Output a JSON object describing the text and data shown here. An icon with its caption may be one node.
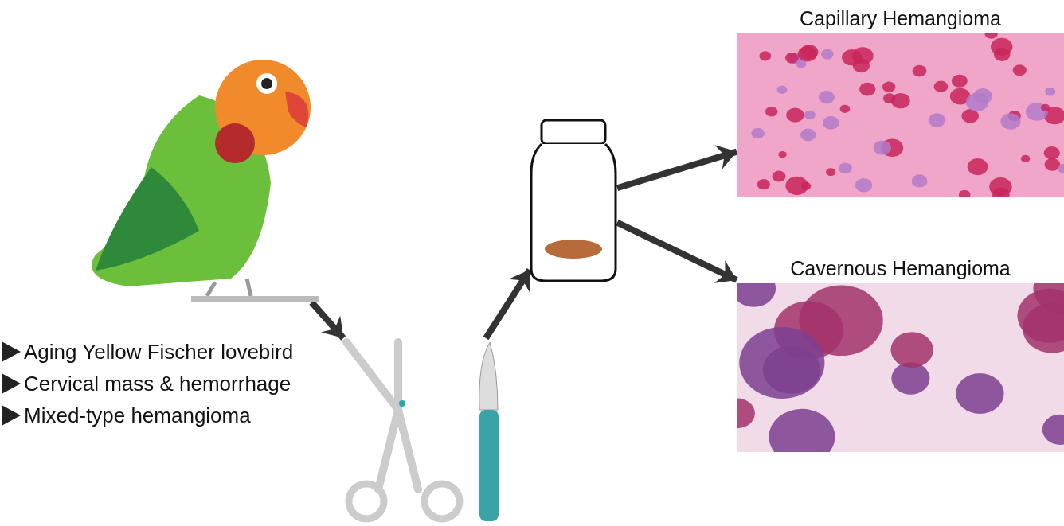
{
  "diagram": {
    "nodes": [
      {
        "text": [],
        "shape": "picture",
        "beside": [
          "Aging Yellow Fischer lovebird",
          "Cervical mass & hemorrhage",
          "Mixed-type hemangioma"
        ]
      },
      {
        "text": [],
        "shape": "picture"
      },
      {
        "text": [],
        "shape": "picture"
      },
      {
        "text": [
          "Capillary Hemangioma"
        ]
      },
      {
        "text": [
          "Cavernous Hemangioma"
        ]
      }
    ],
    "edges": [
      {
        "from": 0,
        "to": 1,
        "arrow": "to"
      },
      {
        "from": 1,
        "to": 2,
        "arrow": "to"
      },
      {
        "from": 2,
        "to": 3,
        "arrow": "to"
      },
      {
        "from": 2,
        "to": 4,
        "arrow": "to"
      }
    ]
  }
}
